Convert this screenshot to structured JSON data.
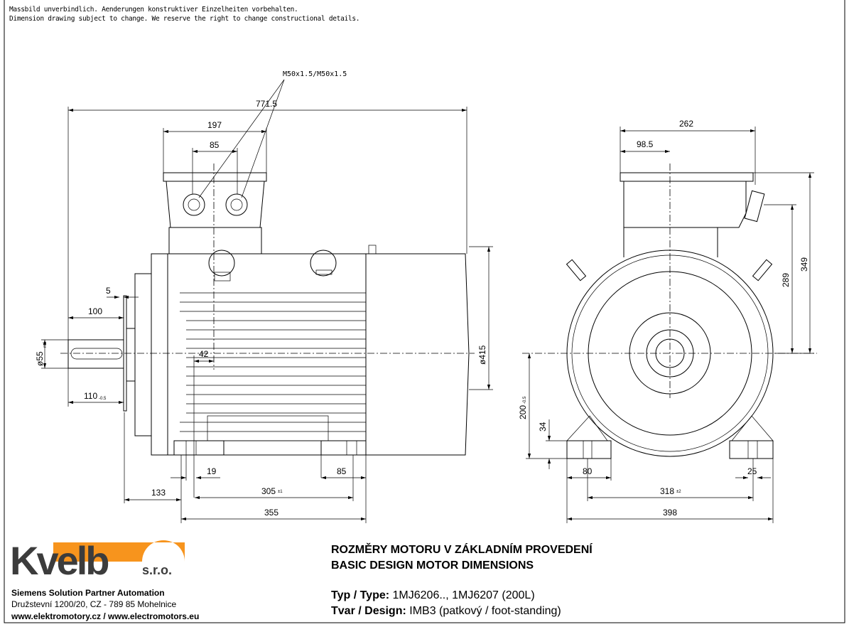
{
  "notes": {
    "line1": "Massbild unverbindlich. Aenderungen konstruktiver Einzelheiten vorbehalten.",
    "line2": "Dimension drawing subject to change. We reserve the right to change constructional details."
  },
  "side_view": {
    "thread_label": "M50x1.5/M50x1.5",
    "dims": {
      "overall_length": "771.5",
      "box_width": "197",
      "gland_spacing": "85",
      "shoulder": "5",
      "shaft_length": "100",
      "shaft_dia": "ø55",
      "shaft_dia_tol": "m6",
      "shaft_total": "110",
      "shaft_total_tol": "-0.5",
      "offset": "42",
      "frame_dia": "ø415",
      "c_dist": "133",
      "foot_hole": "19",
      "foot_spacing": "305",
      "foot_spacing_tol": "±1",
      "foot_length": "85",
      "foot_total": "355"
    }
  },
  "end_view": {
    "dims": {
      "box_total": "262",
      "box_offset": "98.5",
      "height_total": "349",
      "height_box": "289",
      "shaft_height": "200",
      "shaft_height_tol": "-0.5",
      "foot_thickness": "34",
      "foot_width": "80",
      "hole_dia": "25",
      "foot_spacing": "318",
      "foot_spacing_tol": "±2",
      "base_width": "398"
    }
  },
  "title_block": {
    "title_cz": "ROZMĚRY MOTORU V ZÁKLADNÍM PROVEDENÍ",
    "title_en": "BASIC DESIGN MOTOR DIMENSIONS",
    "type_label": "Typ / Type:",
    "type_value": "1MJ6206.., 1MJ6207 (200L)",
    "design_label": "Tvar / Design:",
    "design_value": "IMB3 (patkový / foot-standing)"
  },
  "company": {
    "logo_text": "Kvelb",
    "logo_suffix": "s.r.o.",
    "tagline": "Siemens Solution Partner Automation",
    "address": "Družstevní 1200/20, CZ - 789 85 Mohelnice",
    "web": "www.elektromotory.cz / www.electromotors.eu"
  },
  "colors": {
    "logo_orange": "#f7941d",
    "logo_gray": "#3c3c3c"
  }
}
